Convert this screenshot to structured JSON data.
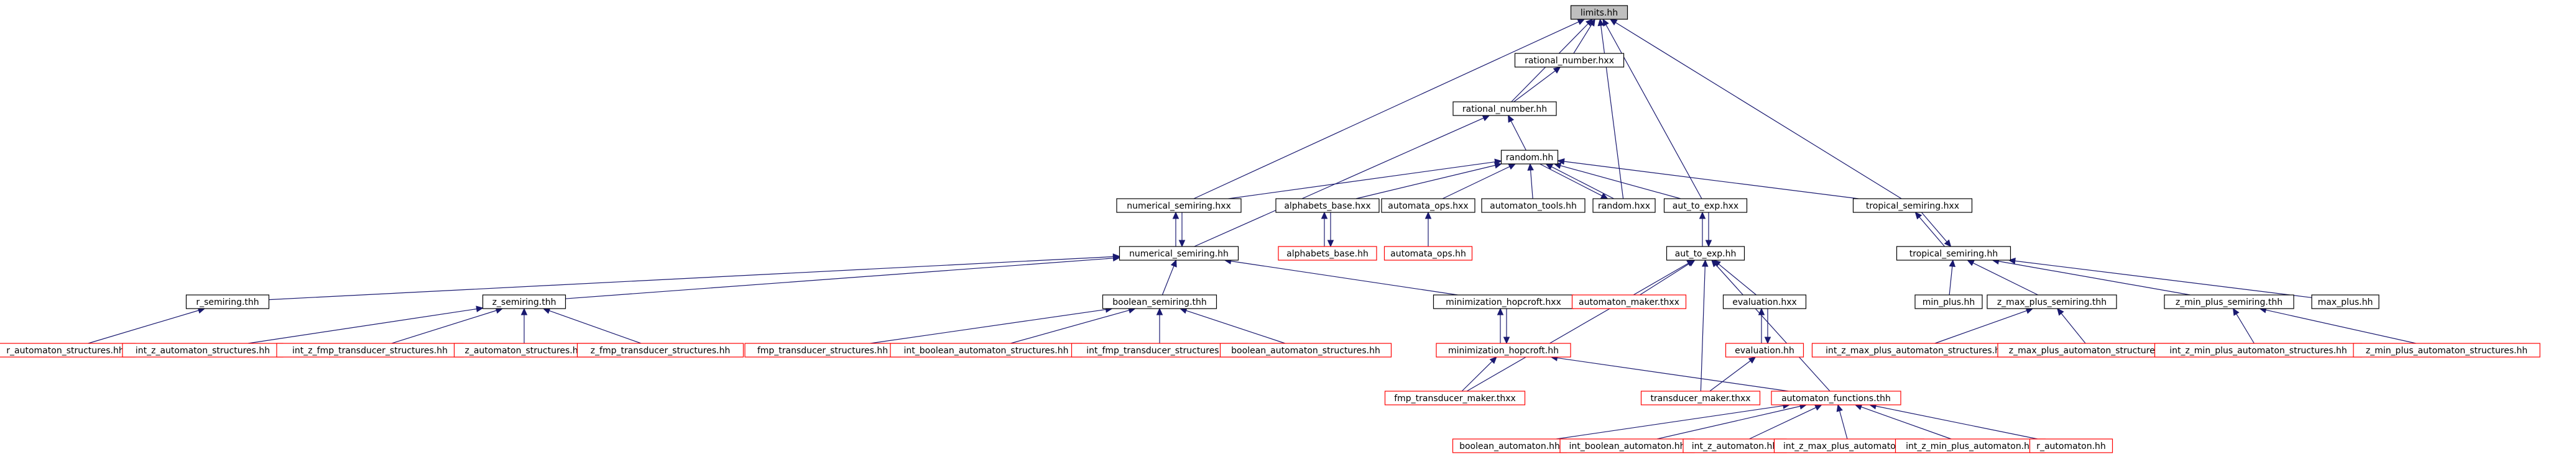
{
  "graph": {
    "colors": {
      "normal": "#000000",
      "external": "#ff0000",
      "root_fill": "#bfbfbf",
      "edge": "#191970"
    },
    "nodes": [
      {
        "id": "limits",
        "label": "limits.hh",
        "kind": "root"
      },
      {
        "id": "rational_number_hxx",
        "label": "rational_number.hxx",
        "kind": "normal"
      },
      {
        "id": "rational_number_hh",
        "label": "rational_number.hh",
        "kind": "normal"
      },
      {
        "id": "random_hh",
        "label": "random.hh",
        "kind": "normal"
      },
      {
        "id": "numerical_semiring_hxx",
        "label": "numerical_semiring.hxx",
        "kind": "normal"
      },
      {
        "id": "alphabets_base_hxx",
        "label": "alphabets_base.hxx",
        "kind": "normal"
      },
      {
        "id": "automata_ops_hxx",
        "label": "automata_ops.hxx",
        "kind": "normal"
      },
      {
        "id": "automaton_tools_hh",
        "label": "automaton_tools.hh",
        "kind": "normal"
      },
      {
        "id": "random_hxx",
        "label": "random.hxx",
        "kind": "normal"
      },
      {
        "id": "aut_to_exp_hxx",
        "label": "aut_to_exp.hxx",
        "kind": "normal"
      },
      {
        "id": "tropical_semiring_hxx",
        "label": "tropical_semiring.hxx",
        "kind": "normal"
      },
      {
        "id": "numerical_semiring_hh",
        "label": "numerical_semiring.hh",
        "kind": "normal"
      },
      {
        "id": "alphabets_base_hh",
        "label": "alphabets_base.hh",
        "kind": "external"
      },
      {
        "id": "automata_ops_hh",
        "label": "automata_ops.hh",
        "kind": "external"
      },
      {
        "id": "aut_to_exp_hh",
        "label": "aut_to_exp.hh",
        "kind": "normal"
      },
      {
        "id": "tropical_semiring_hh",
        "label": "tropical_semiring.hh",
        "kind": "normal"
      },
      {
        "id": "r_semiring_thh",
        "label": "r_semiring.thh",
        "kind": "normal"
      },
      {
        "id": "z_semiring_thh",
        "label": "z_semiring.thh",
        "kind": "normal"
      },
      {
        "id": "boolean_semiring_thh",
        "label": "boolean_semiring.thh",
        "kind": "normal"
      },
      {
        "id": "minimization_hopcroft_hxx",
        "label": "minimization_hopcroft.hxx",
        "kind": "normal"
      },
      {
        "id": "automaton_maker_thxx",
        "label": "automaton_maker.thxx",
        "kind": "external"
      },
      {
        "id": "evaluation_hxx",
        "label": "evaluation.hxx",
        "kind": "normal"
      },
      {
        "id": "min_plus_hh",
        "label": "min_plus.hh",
        "kind": "normal"
      },
      {
        "id": "z_max_plus_semiring_thh",
        "label": "z_max_plus_semiring.thh",
        "kind": "normal"
      },
      {
        "id": "z_min_plus_semiring_thh",
        "label": "z_min_plus_semiring.thh",
        "kind": "normal"
      },
      {
        "id": "max_plus_hh",
        "label": "max_plus.hh",
        "kind": "normal"
      },
      {
        "id": "r_automaton_structures_hh",
        "label": "r_automaton_structures.hh",
        "kind": "external"
      },
      {
        "id": "int_z_automaton_structures_hh",
        "label": "int_z_automaton_structures.hh",
        "kind": "external"
      },
      {
        "id": "int_z_fmp_transducer_structures_hh",
        "label": "int_z_fmp_transducer_structures.hh",
        "kind": "external"
      },
      {
        "id": "z_automaton_structures_hh",
        "label": "z_automaton_structures.hh",
        "kind": "external"
      },
      {
        "id": "z_fmp_transducer_structures_hh",
        "label": "z_fmp_transducer_structures.hh",
        "kind": "external"
      },
      {
        "id": "fmp_transducer_structures_hh",
        "label": "fmp_transducer_structures.hh",
        "kind": "external"
      },
      {
        "id": "int_boolean_automaton_structures_hh",
        "label": "int_boolean_automaton_structures.hh",
        "kind": "external"
      },
      {
        "id": "int_fmp_transducer_structures_hh",
        "label": "int_fmp_transducer_structures.hh",
        "kind": "external"
      },
      {
        "id": "boolean_automaton_structures_hh",
        "label": "boolean_automaton_structures.hh",
        "kind": "external"
      },
      {
        "id": "minimization_hopcroft_hh",
        "label": "minimization_hopcroft.hh",
        "kind": "external"
      },
      {
        "id": "evaluation_hh",
        "label": "evaluation.hh",
        "kind": "external"
      },
      {
        "id": "int_z_max_plus_automaton_structures_hh",
        "label": "int_z_max_plus_automaton_structures.hh",
        "kind": "external"
      },
      {
        "id": "z_max_plus_automaton_structures_hh",
        "label": "z_max_plus_automaton_structures.hh",
        "kind": "external"
      },
      {
        "id": "int_z_min_plus_automaton_structures_hh",
        "label": "int_z_min_plus_automaton_structures.hh",
        "kind": "external"
      },
      {
        "id": "z_min_plus_automaton_structures_hh",
        "label": "z_min_plus_automaton_structures.hh",
        "kind": "external"
      },
      {
        "id": "fmp_transducer_maker_thxx",
        "label": "fmp_transducer_maker.thxx",
        "kind": "external"
      },
      {
        "id": "transducer_maker_thxx",
        "label": "transducer_maker.thxx",
        "kind": "external"
      },
      {
        "id": "automaton_functions_thh",
        "label": "automaton_functions.thh",
        "kind": "external"
      },
      {
        "id": "boolean_automaton_hh",
        "label": "boolean_automaton.hh",
        "kind": "external"
      },
      {
        "id": "int_boolean_automaton_hh",
        "label": "int_boolean_automaton.hh",
        "kind": "external"
      },
      {
        "id": "int_z_automaton_hh",
        "label": "int_z_automaton.hh",
        "kind": "external"
      },
      {
        "id": "int_z_max_plus_automaton_hh",
        "label": "int_z_max_plus_automaton.hh",
        "kind": "external"
      },
      {
        "id": "int_z_min_plus_automaton_hh",
        "label": "int_z_min_plus_automaton.hh",
        "kind": "external"
      },
      {
        "id": "r_automaton_hh",
        "label": "r_automaton.hh",
        "kind": "external"
      }
    ],
    "edges": [
      [
        "rational_number_hxx",
        "limits"
      ],
      [
        "rational_number_hh",
        "limits"
      ],
      [
        "rational_number_hh",
        "rational_number_hxx"
      ],
      [
        "random_hh",
        "rational_number_hh"
      ],
      [
        "numerical_semiring_hxx",
        "limits"
      ],
      [
        "random_hxx",
        "limits"
      ],
      [
        "aut_to_exp_hxx",
        "limits"
      ],
      [
        "tropical_semiring_hxx",
        "limits"
      ],
      [
        "numerical_semiring_hxx",
        "random_hh"
      ],
      [
        "alphabets_base_hxx",
        "random_hh"
      ],
      [
        "automata_ops_hxx",
        "random_hh"
      ],
      [
        "automaton_tools_hh",
        "random_hh"
      ],
      [
        "random_hxx",
        "random_hh"
      ],
      [
        "random_hh",
        "random_hxx"
      ],
      [
        "aut_to_exp_hxx",
        "random_hh"
      ],
      [
        "tropical_semiring_hxx",
        "random_hh"
      ],
      [
        "numerical_semiring_hh",
        "rational_number_hh"
      ],
      [
        "numerical_semiring_hh",
        "numerical_semiring_hxx"
      ],
      [
        "numerical_semiring_hxx",
        "numerical_semiring_hh"
      ],
      [
        "alphabets_base_hh",
        "alphabets_base_hxx"
      ],
      [
        "alphabets_base_hxx",
        "alphabets_base_hh"
      ],
      [
        "automata_ops_hh",
        "automata_ops_hxx"
      ],
      [
        "aut_to_exp_hh",
        "aut_to_exp_hxx"
      ],
      [
        "aut_to_exp_hxx",
        "aut_to_exp_hh"
      ],
      [
        "tropical_semiring_hh",
        "tropical_semiring_hxx"
      ],
      [
        "tropical_semiring_hxx",
        "tropical_semiring_hh"
      ],
      [
        "r_semiring_thh",
        "numerical_semiring_hh"
      ],
      [
        "z_semiring_thh",
        "numerical_semiring_hh"
      ],
      [
        "boolean_semiring_thh",
        "numerical_semiring_hh"
      ],
      [
        "minimization_hopcroft_hxx",
        "numerical_semiring_hh"
      ],
      [
        "automaton_maker_thxx",
        "aut_to_exp_hh"
      ],
      [
        "evaluation_hxx",
        "aut_to_exp_hh"
      ],
      [
        "min_plus_hh",
        "tropical_semiring_hh"
      ],
      [
        "z_max_plus_semiring_thh",
        "tropical_semiring_hh"
      ],
      [
        "z_min_plus_semiring_thh",
        "tropical_semiring_hh"
      ],
      [
        "max_plus_hh",
        "tropical_semiring_hh"
      ],
      [
        "r_automaton_structures_hh",
        "r_semiring_thh"
      ],
      [
        "int_z_automaton_structures_hh",
        "z_semiring_thh"
      ],
      [
        "int_z_fmp_transducer_structures_hh",
        "z_semiring_thh"
      ],
      [
        "z_automaton_structures_hh",
        "z_semiring_thh"
      ],
      [
        "z_fmp_transducer_structures_hh",
        "z_semiring_thh"
      ],
      [
        "fmp_transducer_structures_hh",
        "boolean_semiring_thh"
      ],
      [
        "int_boolean_automaton_structures_hh",
        "boolean_semiring_thh"
      ],
      [
        "int_fmp_transducer_structures_hh",
        "boolean_semiring_thh"
      ],
      [
        "boolean_automaton_structures_hh",
        "boolean_semiring_thh"
      ],
      [
        "minimization_hopcroft_hh",
        "minimization_hopcroft_hxx"
      ],
      [
        "minimization_hopcroft_hxx",
        "minimization_hopcroft_hh"
      ],
      [
        "evaluation_hh",
        "evaluation_hxx"
      ],
      [
        "evaluation_hxx",
        "evaluation_hh"
      ],
      [
        "int_z_max_plus_automaton_structures_hh",
        "z_max_plus_semiring_thh"
      ],
      [
        "z_max_plus_automaton_structures_hh",
        "z_max_plus_semiring_thh"
      ],
      [
        "int_z_min_plus_automaton_structures_hh",
        "z_min_plus_semiring_thh"
      ],
      [
        "z_min_plus_automaton_structures_hh",
        "z_min_plus_semiring_thh"
      ],
      [
        "fmp_transducer_maker_thxx",
        "aut_to_exp_hh"
      ],
      [
        "fmp_transducer_maker_thxx",
        "minimization_hopcroft_hh"
      ],
      [
        "transducer_maker_thxx",
        "aut_to_exp_hh"
      ],
      [
        "transducer_maker_thxx",
        "evaluation_hh"
      ],
      [
        "automaton_functions_thh",
        "aut_to_exp_hh"
      ],
      [
        "automaton_functions_thh",
        "minimization_hopcroft_hh"
      ],
      [
        "boolean_automaton_hh",
        "automaton_functions_thh"
      ],
      [
        "int_boolean_automaton_hh",
        "automaton_functions_thh"
      ],
      [
        "int_z_automaton_hh",
        "automaton_functions_thh"
      ],
      [
        "int_z_max_plus_automaton_hh",
        "automaton_functions_thh"
      ],
      [
        "int_z_min_plus_automaton_hh",
        "automaton_functions_thh"
      ],
      [
        "r_automaton_hh",
        "automaton_functions_thh"
      ]
    ]
  }
}
